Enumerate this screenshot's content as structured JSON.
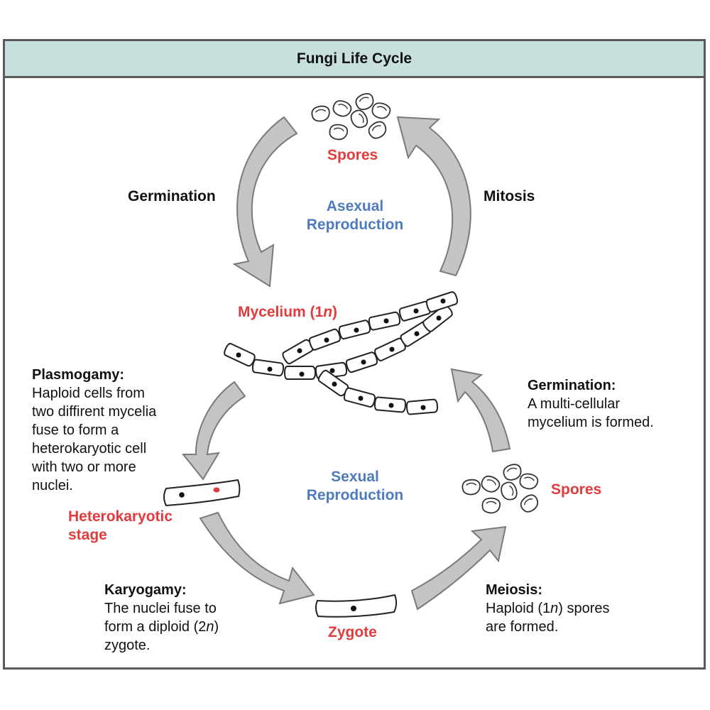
{
  "title": "Fungi Life Cycle",
  "labels": {
    "spores_top": "Spores",
    "germination_top": "Germination",
    "mitosis": "Mitosis",
    "asexual_1": "Asexual",
    "asexual_2": "Reproduction",
    "mycelium_pre": "Mycelium (1",
    "mycelium_n": "n",
    "mycelium_post": ")",
    "sexual_1": "Sexual",
    "sexual_2": "Reproduction",
    "spores_right": "Spores",
    "heterokaryotic_1": "Heterokaryotic",
    "heterokaryotic_2": "stage",
    "zygote": "Zygote"
  },
  "plasmogamy": {
    "head": "Plasmogamy:",
    "lines": [
      "Haploid cells from",
      "two diffirent mycelia",
      "fuse to form a",
      "heterokaryotic cell",
      "with two or more",
      "nuclei."
    ]
  },
  "germination_sexual": {
    "head": "Germination:",
    "lines": [
      "A multi-cellular",
      "mycelium is formed."
    ]
  },
  "karyogamy": {
    "head": "Karyogamy:",
    "line1": "The nuclei fuse to",
    "line2_pre": "form a diploid (2",
    "line2_n": "n",
    "line2_post": ")",
    "line3": "zygote."
  },
  "meiosis": {
    "head": "Meiosis:",
    "line1_pre": "Haploid (1",
    "line1_n": "n",
    "line1_post": ") spores",
    "line2": "are formed."
  },
  "colors": {
    "red_label": "#e23b3b",
    "blue_label": "#4e7bbf",
    "title_bar": "#c7dfdd",
    "arrow_fill": "#c4c4c4",
    "arrow_stroke": "#7a7a7a"
  }
}
